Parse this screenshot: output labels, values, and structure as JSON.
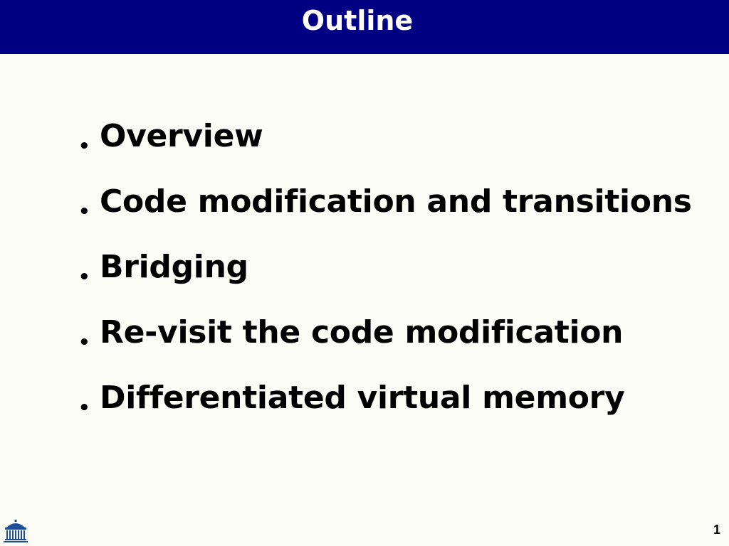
{
  "slide": {
    "title": "Outline",
    "bullets": [
      "Overview",
      "Code modification and  transitions",
      "Bridging",
      "Re-visit the code modification",
      "Differentiated virtual memory"
    ],
    "page_number": "1"
  },
  "colors": {
    "title_bar": "#010082",
    "title_text": "#ffffff",
    "background": "#fcfcf7",
    "logo": "#1e4e9a"
  },
  "icons": {
    "logo": "rotunda-logo-icon"
  }
}
